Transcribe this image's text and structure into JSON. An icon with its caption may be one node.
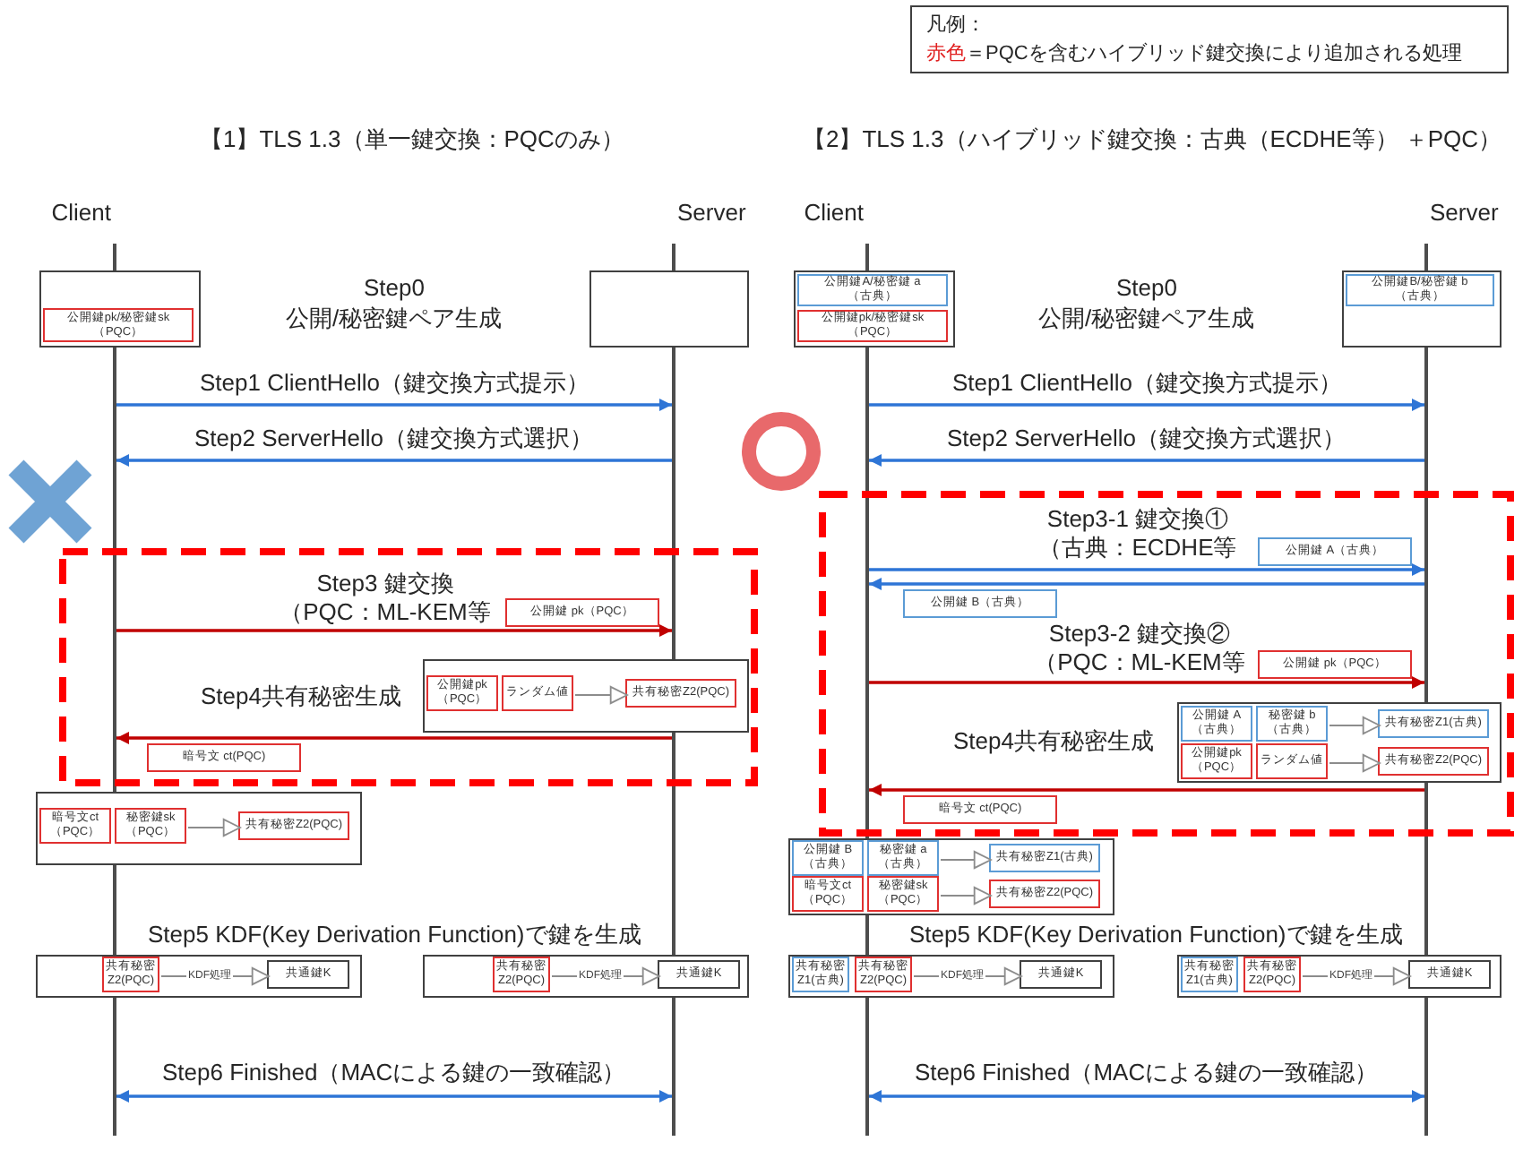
{
  "diagram": {
    "nodes": [
      {
        "text": [
          "Client"
        ]
      },
      {
        "text": [
          "Server"
        ]
      },
      {
        "text": [],
        "shape": "box"
      },
      {
        "text": [
          "公開鍵pk/秘密鍵sk（PQC）"
        ],
        "in": 2
      },
      {
        "text": [],
        "shape": "box"
      },
      {
        "text": [],
        "shape": "box"
      },
      {
        "text": [
          "公開鍵 pk（PQC）"
        ],
        "in": 5
      },
      {
        "text": [],
        "shape": "box",
        "in": 5
      },
      {
        "text": [
          "公開鍵pk（PQC）"
        ],
        "in": 7
      },
      {
        "text": [
          "ランダム値"
        ],
        "in": 7
      },
      {
        "text": [
          "共有秘密Z2(PQC)"
        ],
        "in": 7
      },
      {
        "text": [
          "暗号文 ct(PQC)"
        ],
        "in": 5
      },
      {
        "text": [],
        "shape": "box"
      },
      {
        "text": [
          "暗号文ct（PQC）"
        ],
        "in": 12
      },
      {
        "text": [
          "秘密鍵sk（PQC）"
        ],
        "in": 12
      },
      {
        "text": [
          "共有秘密Z2(PQC)"
        ],
        "in": 12
      },
      {
        "text": [],
        "shape": "box"
      },
      {
        "text": [
          "共有秘密Z2(PQC)"
        ],
        "in": 16
      },
      {
        "text": [
          "共通鍵K"
        ],
        "in": 16
      },
      {
        "text": [],
        "shape": "box"
      },
      {
        "text": [
          "共有秘密Z2(PQC)"
        ],
        "in": 19
      },
      {
        "text": [
          "共通鍵K"
        ],
        "in": 19
      },
      {
        "text": [
          "Client"
        ]
      },
      {
        "text": [
          "Server"
        ]
      },
      {
        "text": [],
        "shape": "box"
      },
      {
        "text": [
          "公開鍵A/秘密鍵 a（古典）"
        ],
        "in": 24
      },
      {
        "text": [
          "公開鍵pk/秘密鍵sk（PQC）"
        ],
        "in": 24
      },
      {
        "text": [],
        "shape": "box"
      },
      {
        "text": [
          "公開鍵B/秘密鍵 b（古典）"
        ],
        "in": 27
      },
      {
        "text": [],
        "shape": "box"
      },
      {
        "text": [
          "公開鍵 A（古典）"
        ],
        "in": 29
      },
      {
        "text": [
          "公開鍵 B（古典）"
        ],
        "in": 29
      },
      {
        "text": [
          "公開鍵 pk（PQC）"
        ],
        "in": 29
      },
      {
        "text": [],
        "shape": "box",
        "in": 29
      },
      {
        "text": [
          "公開鍵 A（古典）"
        ],
        "in": 33
      },
      {
        "text": [
          "秘密鍵 b（古典）"
        ],
        "in": 33
      },
      {
        "text": [
          "共有秘密Z1(古典)"
        ],
        "in": 33
      },
      {
        "text": [
          "公開鍵pk（PQC）"
        ],
        "in": 33
      },
      {
        "text": [
          "ランダム値"
        ],
        "in": 33
      },
      {
        "text": [
          "共有秘密Z2(PQC)"
        ],
        "in": 33
      },
      {
        "text": [
          "暗号文 ct(PQC)"
        ],
        "in": 29
      },
      {
        "text": [],
        "shape": "box"
      },
      {
        "text": [
          "公開鍵 B（古典）"
        ],
        "in": 41
      },
      {
        "text": [
          "秘密鍵 a（古典）"
        ],
        "in": 41
      },
      {
        "text": [
          "共有秘密Z1(古典)"
        ],
        "in": 41
      },
      {
        "text": [
          "暗号文ct（PQC）"
        ],
        "in": 41
      },
      {
        "text": [
          "秘密鍵sk（PQC）"
        ],
        "in": 41
      },
      {
        "text": [
          "共有秘密Z2(PQC)"
        ],
        "in": 41
      },
      {
        "text": [],
        "shape": "box"
      },
      {
        "text": [
          "共有秘密Z1(古典)"
        ],
        "in": 48
      },
      {
        "text": [
          "共有秘密Z2(PQC)"
        ],
        "in": 48
      },
      {
        "text": [
          "共通鍵K"
        ],
        "in": 48
      },
      {
        "text": [],
        "shape": "box"
      },
      {
        "text": [
          "共有秘密Z1(古典)"
        ],
        "in": 52
      },
      {
        "text": [
          "共有秘密Z2(PQC)"
        ],
        "in": 52
      },
      {
        "text": [
          "共通鍵K"
        ],
        "in": 52
      }
    ],
    "edges": [
      {
        "from": 0,
        "to": 1,
        "arrow": "to",
        "label": "Step1 ClientHello（鍵交換方式提示）",
        "color": "#2e75d6"
      },
      {
        "from": 1,
        "to": 0,
        "arrow": "to",
        "label": "Step2 ServerHello（鍵交換方式選択）",
        "color": "#2e75d6"
      },
      {
        "from": 0,
        "to": 1,
        "arrow": "to",
        "label": "Step3 鍵交換（PQC：ML-KEM等",
        "color": "#c00000"
      },
      {
        "from": 9,
        "to": 10,
        "arrow": "to"
      },
      {
        "from": 1,
        "to": 0,
        "arrow": "to",
        "color": "#c00000"
      },
      {
        "from": 14,
        "to": 15,
        "arrow": "to"
      },
      {
        "from": 17,
        "to": 18,
        "arrow": "to",
        "label": "KDF処理"
      },
      {
        "from": 20,
        "to": 21,
        "arrow": "to",
        "label": "KDF処理"
      },
      {
        "from": 0,
        "to": 1,
        "arrow": "both",
        "label": "Step6 Finished（MACによる鍵の一致確認）",
        "color": "#2e75d6"
      },
      {
        "from": 22,
        "to": 23,
        "arrow": "to",
        "label": "Step1 ClientHello（鍵交換方式提示）",
        "color": "#2e75d6"
      },
      {
        "from": 23,
        "to": 22,
        "arrow": "to",
        "label": "Step2 ServerHello（鍵交換方式選択）",
        "color": "#2e75d6"
      },
      {
        "from": 22,
        "to": 23,
        "arrow": "to",
        "label": "Step3-1 鍵交換①（古典：ECDHE等",
        "color": "#2e75d6"
      },
      {
        "from": 23,
        "to": 22,
        "arrow": "to",
        "color": "#2e75d6"
      },
      {
        "from": 22,
        "to": 23,
        "arrow": "to",
        "label": "Step3-2 鍵交換②（PQC：ML-KEM等",
        "color": "#c00000"
      },
      {
        "from": 35,
        "to": 36,
        "arrow": "to"
      },
      {
        "from": 38,
        "to": 39,
        "arrow": "to"
      },
      {
        "from": 23,
        "to": 22,
        "arrow": "to",
        "color": "#c00000"
      },
      {
        "from": 43,
        "to": 44,
        "arrow": "to"
      },
      {
        "from": 46,
        "to": 47,
        "arrow": "to"
      },
      {
        "from": 50,
        "to": 51,
        "arrow": "to",
        "label": "KDF処理"
      },
      {
        "from": 54,
        "to": 55,
        "arrow": "to",
        "label": "KDF処理"
      },
      {
        "from": 22,
        "to": 23,
        "arrow": "both",
        "label": "Step6 Finished（MACによる鍵の一致確認）",
        "color": "#2e75d6"
      }
    ],
    "labels": [
      "凡例：",
      "赤色",
      "＝PQCを含むハイブリッド鍵交換により追加される処理",
      "【1】TLS 1.3（単一鍵交換：PQCのみ）",
      "【2】TLS 1.3（ハイブリッド鍵交換：古典（ECDHE等） ＋PQC）",
      "Step0",
      "公開/秘密鍵ペア生成",
      "Step4共有秘密生成",
      "Step5 KDF(Key Derivation Function)で鍵を生成",
      "Step0",
      "公開/秘密鍵ペア生成",
      "Step4共有秘密生成",
      "Step5 KDF(Key Derivation Function)で鍵を生成"
    ]
  }
}
